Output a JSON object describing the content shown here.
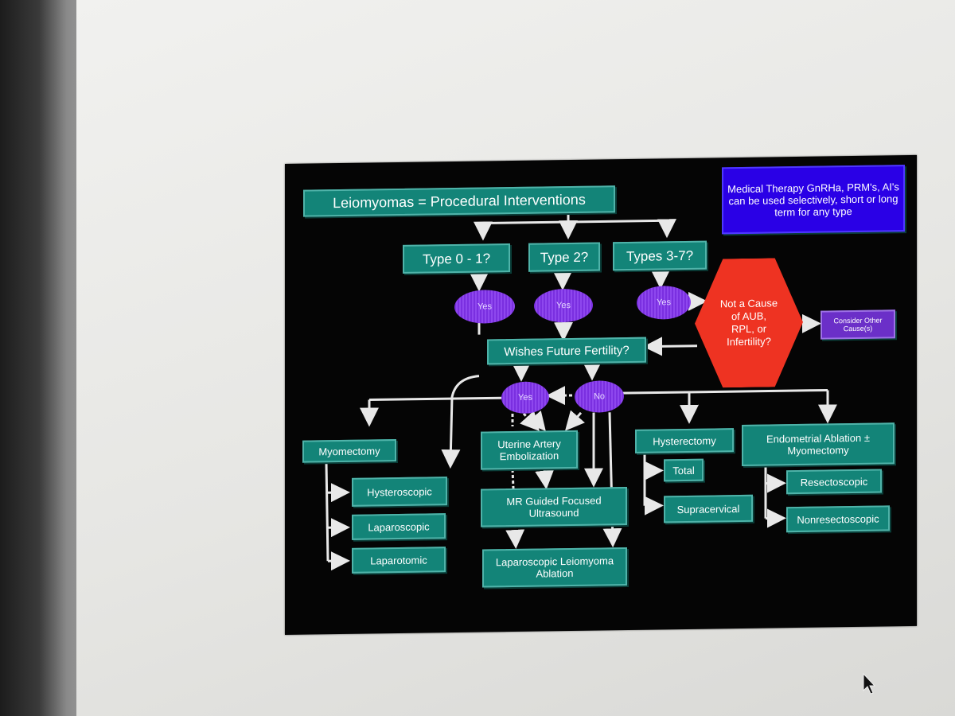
{
  "title": "Leiomyomas = Procedural Interventions",
  "medical_therapy": "Medical Therapy GnRHa, PRM's, AI's can be used selectively, short or long term for any type",
  "types": [
    "Type 0 - 1?",
    "Type 2?",
    "Types 3-7?"
  ],
  "yes": "Yes",
  "no": "No",
  "not_cause": "Not a Cause of AUB, RPL, or Infertility?",
  "consider_other": "Consider Other Cause(s)",
  "fertility_question": "Wishes Future Fertility?",
  "myomectomy": {
    "label": "Myomectomy",
    "options": [
      "Hysteroscopic",
      "Laparoscopic",
      "Laparotomic"
    ]
  },
  "uae": "Uterine Artery Embolization",
  "mrgfus": "MR Guided Focused Ultrasound",
  "lap_ablation": "Laparoscopic Leiomyoma Ablation",
  "hysterectomy": {
    "label": "Hysterectomy",
    "options": [
      "Total",
      "Supracervical"
    ]
  },
  "ablation": {
    "label": "Endometrial Ablation ± Myomectomy",
    "options": [
      "Resectoscopic",
      "Nonresectoscopic"
    ]
  },
  "colors": {
    "box": "#138478",
    "oval": "#8e47ee",
    "hexagon": "#ee3322",
    "medical_box": "#2a00e6",
    "background": "#050505"
  }
}
